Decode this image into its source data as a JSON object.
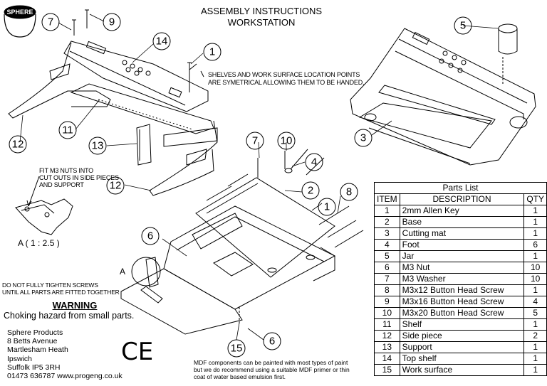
{
  "header": {
    "line1": "ASSEMBLY INSTRUCTIONS",
    "line2": "WORKSTATION"
  },
  "logo_text": "SPHERE",
  "callouts": [
    "7",
    "9",
    "14",
    "1",
    "11",
    "12",
    "13",
    "12",
    "5",
    "3",
    "7",
    "10",
    "4",
    "2",
    "8",
    "1",
    "6",
    "6",
    "15"
  ],
  "notes": {
    "shelves_line1": "SHELVES AND WORK SURFACE LOCATION POINTS",
    "shelves_line2": "ARE SYMETRICAL ALLOWING THEM TO BE HANDED.",
    "m3_line1": "FIT M3 NUTS INTO",
    "m3_line2": "CUT OUTS IN SIDE PIECES",
    "m3_line3": "AND SUPPORT",
    "detail_label": "A ( 1 : 2.5 )",
    "detail_marker": "A"
  },
  "warning": {
    "top_line1": "DO NOT FULLY TIGHTEN SCREWS",
    "top_line2": "UNTIL ALL PARTS ARE FITTED TOGETHER",
    "title": "WARNING",
    "text": "Choking hazard from small parts."
  },
  "address": [
    "Sphere Products",
    "8 Betts Avenue",
    "Martlesham Heath",
    "Ipswich",
    "Suffolk IP5 3RH",
    "01473 636787 www.progeng.co.uk"
  ],
  "ce_mark": "CE",
  "mdf_note": [
    "MDF components can be painted with most types of paint",
    "but we do recommend using a suitable MDF primer or thin",
    "coat of water based emulsion first."
  ],
  "parts_list": {
    "title": "Parts List",
    "headers": [
      "ITEM",
      "DESCRIPTION",
      "QTY"
    ],
    "rows": [
      [
        "1",
        "2mm Allen Key",
        "1"
      ],
      [
        "2",
        "Base",
        "1"
      ],
      [
        "3",
        "Cutting mat",
        "1"
      ],
      [
        "4",
        "Foot",
        "6"
      ],
      [
        "5",
        "Jar",
        "1"
      ],
      [
        "6",
        "M3 Nut",
        "10"
      ],
      [
        "7",
        "M3 Washer",
        "10"
      ],
      [
        "8",
        "M3x12 Button Head Screw",
        "1"
      ],
      [
        "9",
        "M3x16 Button Head Screw",
        "4"
      ],
      [
        "10",
        "M3x20 Button Head Screw",
        "5"
      ],
      [
        "11",
        "Shelf",
        "1"
      ],
      [
        "12",
        "Side piece",
        "2"
      ],
      [
        "13",
        "Support",
        "1"
      ],
      [
        "14",
        "Top shelf",
        "1"
      ],
      [
        "15",
        "Work surface",
        "1"
      ]
    ]
  }
}
